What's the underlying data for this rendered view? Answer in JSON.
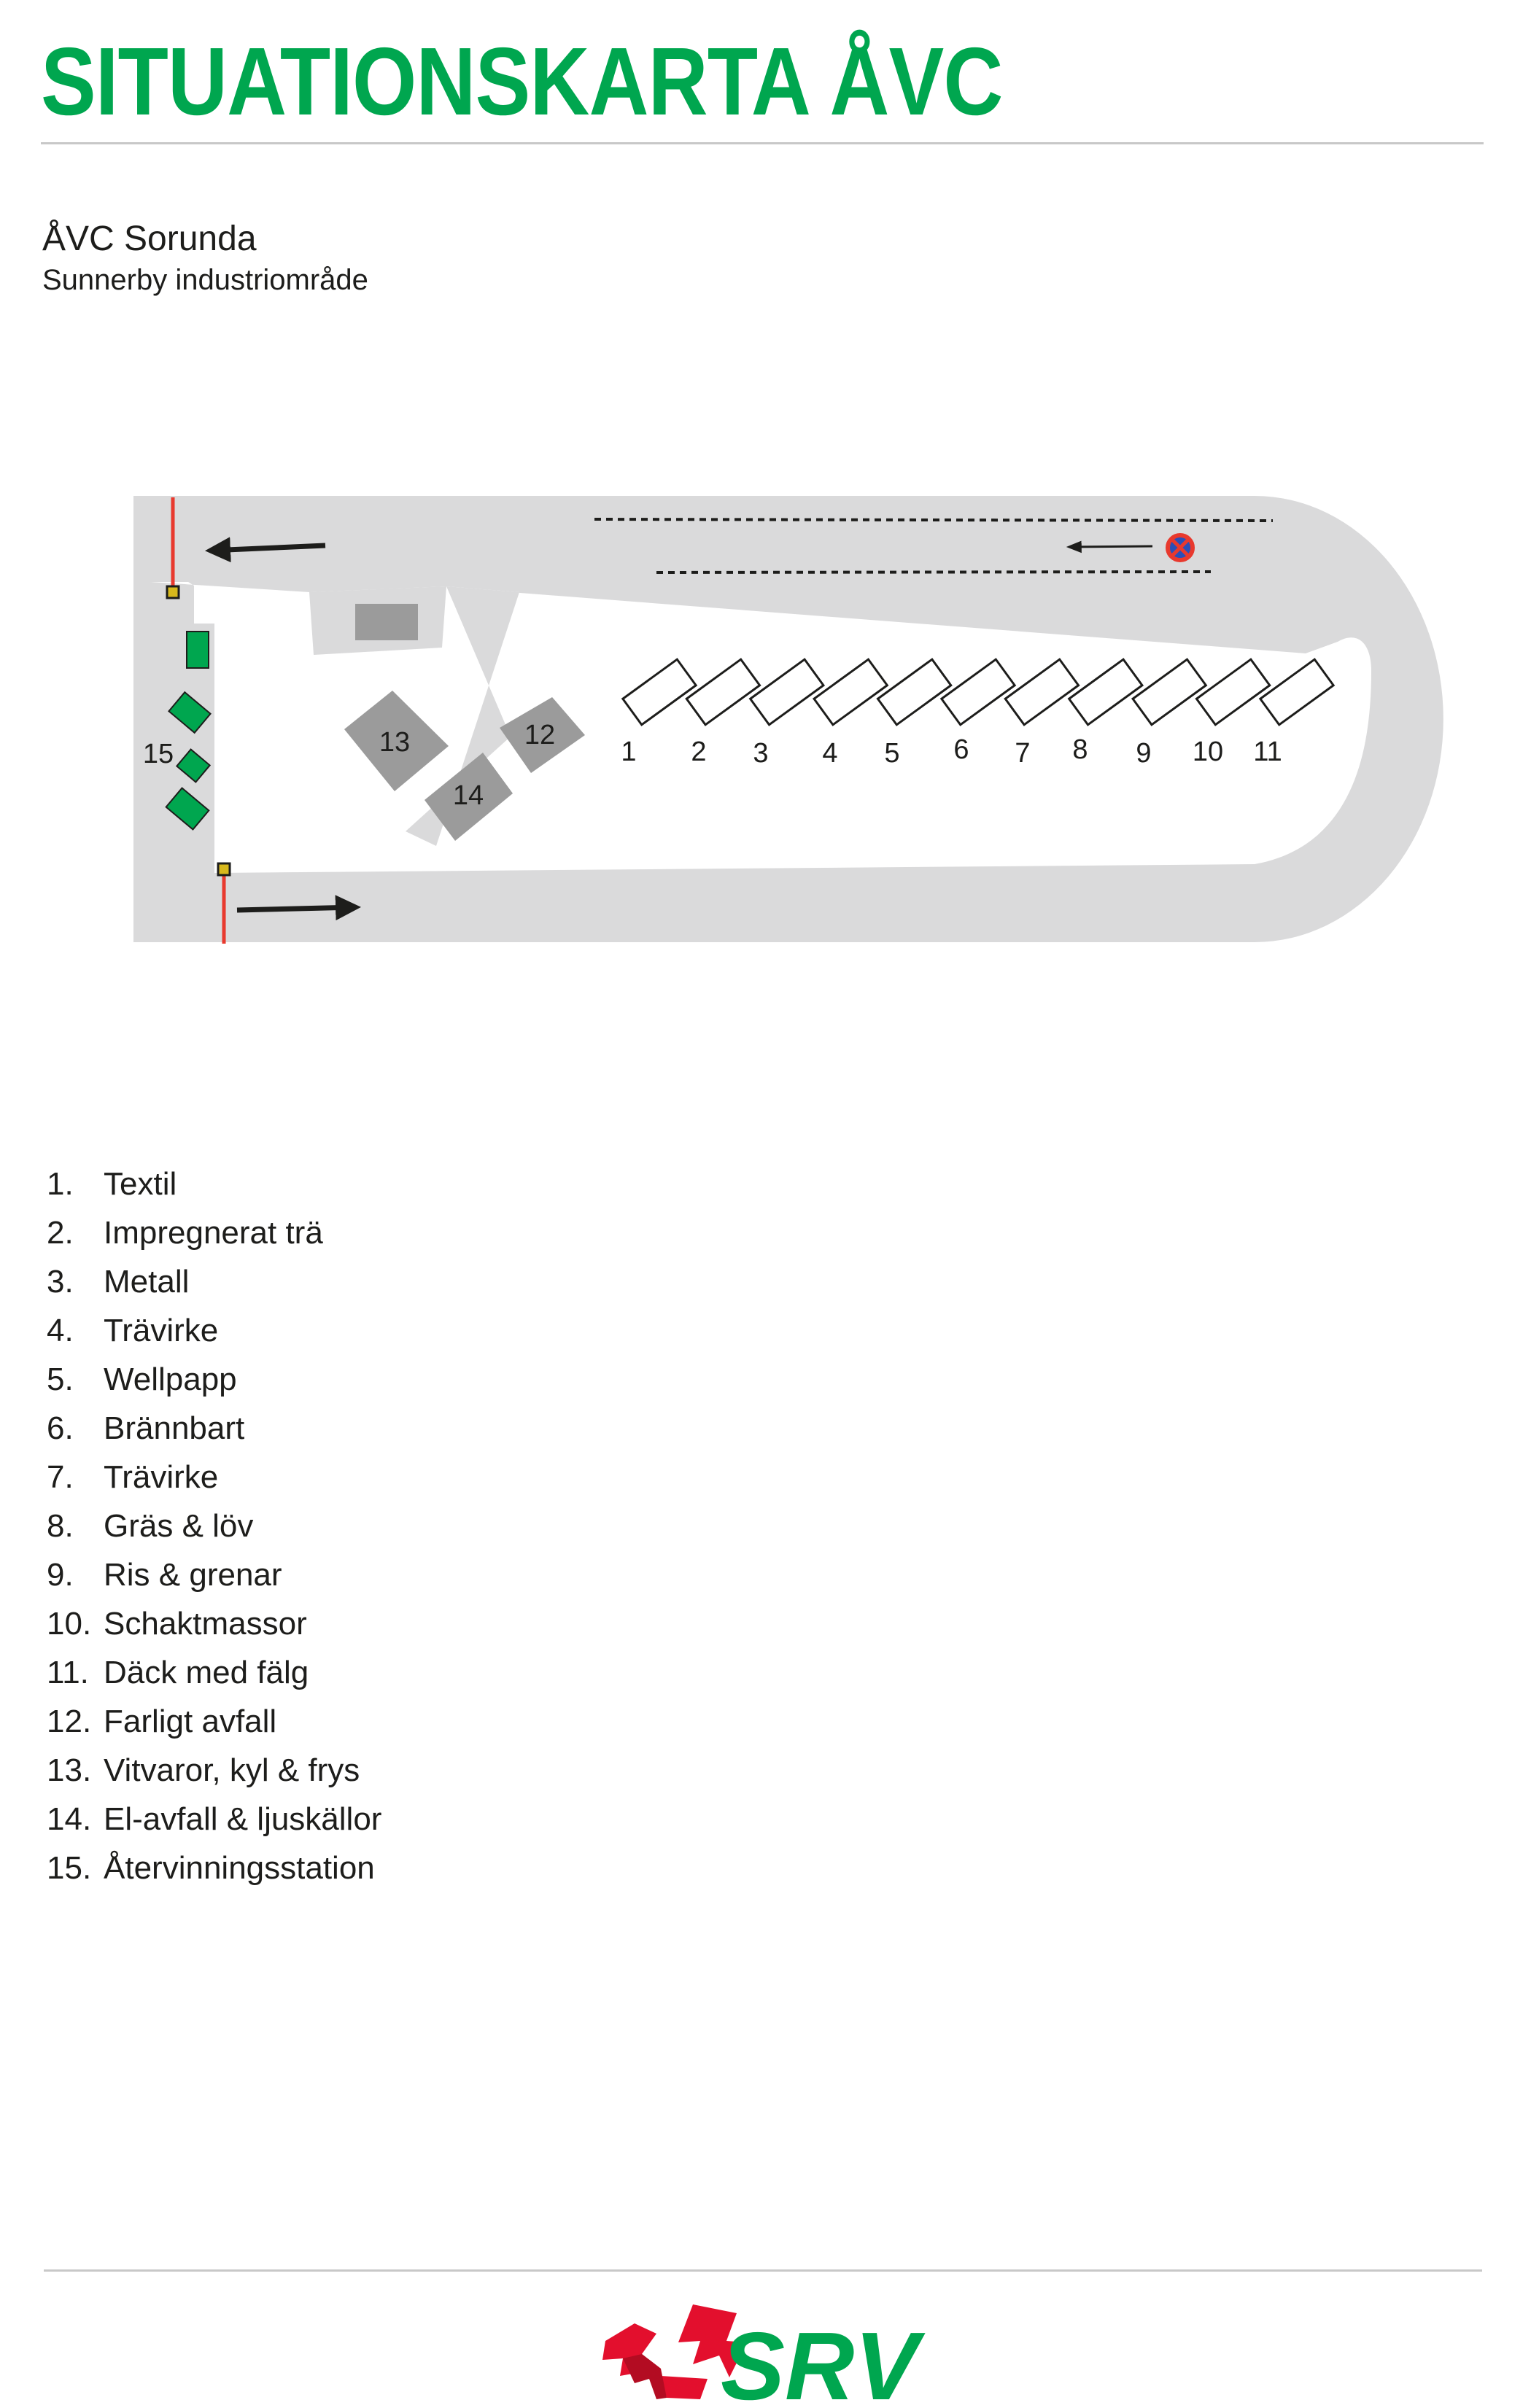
{
  "header": {
    "title": "SITUATIONSKARTA ÅVC",
    "place": "ÅVC Sorunda",
    "location": "Sunnerby industriområde"
  },
  "map": {
    "labels": [
      "1",
      "2",
      "3",
      "4",
      "5",
      "6",
      "7",
      "8",
      "9",
      "10",
      "11",
      "12",
      "13",
      "14",
      "15"
    ],
    "colors": {
      "road": "#dadadb",
      "building": "#9b9b9b",
      "station": "#00a64f",
      "barrier": "#e8392e",
      "barrier_post": "#d8b91c"
    },
    "icons": [
      "arrow-left-icon",
      "arrow-right-icon",
      "no-parking-sign-icon",
      "barrier-icon",
      "container-icon"
    ]
  },
  "legend": [
    {
      "num": "1.",
      "label": "Textil"
    },
    {
      "num": "2.",
      "label": "Impregnerat trä"
    },
    {
      "num": "3.",
      "label": "Metall"
    },
    {
      "num": "4.",
      "label": "Trävirke"
    },
    {
      "num": "5.",
      "label": "Wellpapp"
    },
    {
      "num": "6.",
      "label": "Brännbart"
    },
    {
      "num": "7.",
      "label": "Trävirke"
    },
    {
      "num": "8.",
      "label": "Gräs & löv"
    },
    {
      "num": "9.",
      "label": "Ris & grenar"
    },
    {
      "num": "10.",
      "label": "Schaktmassor"
    },
    {
      "num": "11.",
      "label": "Däck med fälg"
    },
    {
      "num": "12.",
      "label": "Farligt avfall"
    },
    {
      "num": "13.",
      "label": "Vitvaror, kyl & frys"
    },
    {
      "num": "14.",
      "label": "El-avfall & ljuskällor"
    },
    {
      "num": "15.",
      "label": "Återvinningsstation"
    }
  ],
  "footer": {
    "logo_text": "SRV",
    "colors": {
      "logo_green": "#00a64f",
      "logo_red": "#e30f2d"
    }
  }
}
